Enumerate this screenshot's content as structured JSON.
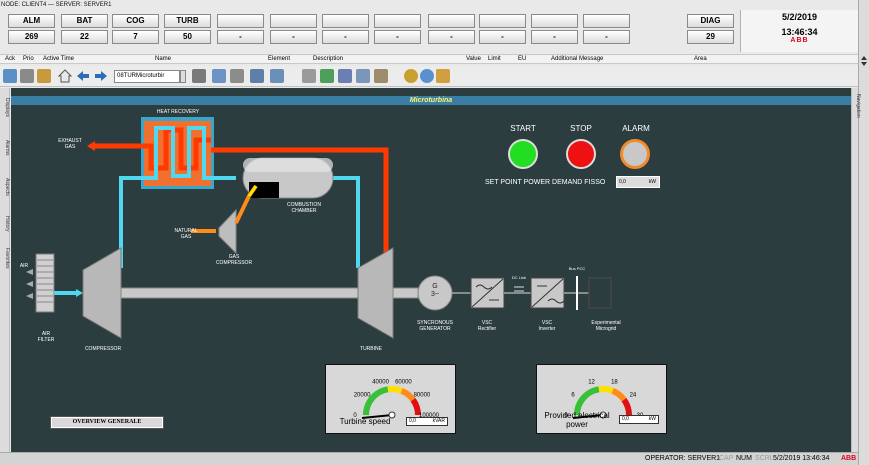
{
  "window": {
    "title": "NODE: CLIENT4 — SERVER: SERVER1"
  },
  "system_status": [
    {
      "label": "ALM",
      "count": "269"
    },
    {
      "label": "BAT",
      "count": "22"
    },
    {
      "label": "COG",
      "count": "7"
    },
    {
      "label": "TURB",
      "count": "50"
    },
    {
      "label": "",
      "count": "-"
    },
    {
      "label": "",
      "count": "-"
    },
    {
      "label": "",
      "count": "-"
    },
    {
      "label": "",
      "count": "-"
    },
    {
      "label": "",
      "count": "-"
    },
    {
      "label": "",
      "count": "-"
    },
    {
      "label": "",
      "count": "-"
    },
    {
      "label": "",
      "count": "-"
    },
    {
      "label": "DIAG",
      "count": "29"
    }
  ],
  "datetime": {
    "date": "5/2/2019",
    "time": "13:46:34",
    "logo": "ABB"
  },
  "alarm_columns": [
    "Ack",
    "Prio",
    "Active Time",
    "Name",
    "Element",
    "Description",
    "Value",
    "Limit",
    "EU",
    "Additional Message",
    "Area"
  ],
  "toolbar": {
    "display_select": "08TURMicroturbir"
  },
  "side_tabs": [
    "Displays",
    "Alarms",
    "Aspects",
    "History",
    "Favorites"
  ],
  "nav_tab": "Navigation",
  "canvas": {
    "title": "Microturbina",
    "labels": {
      "heat_recovery": "HEAT RECOVERY",
      "exhaust_gas": "EXHAUST\nGAS",
      "combustion_chamber": "COMBUSTION\nCHAMBER",
      "natural_gas": "NATURAL\nGAS",
      "gas_compressor": "GAS\nCOMPRESSOR",
      "air": "AIR",
      "air_filter": "AIR\nFILTER",
      "compressor": "COMPRESSOR",
      "turbine": "TURBINE",
      "generator_symbol": "G\n3~",
      "sync_generator": "SYNCRONOUS\nGENERATOR",
      "dc_link": "DC Link",
      "bus_pcc": "Bus PCC",
      "vsc_rectifier": "VSC\nRectifier",
      "vsc_inverter": "VSC\nInverter",
      "microgrid": "Experimental\nMicrogrid"
    },
    "controls": {
      "start": "START",
      "stop": "STOP",
      "alarm": "ALARM",
      "set_point_label": "SET POINT POWER DEMAND FISSO",
      "set_point_value": "0,0",
      "set_point_unit": "kW"
    },
    "colors": {
      "start": "#22dd22",
      "stop": "#ee1111",
      "alarm": "#c8c8c8",
      "cold": "#4fd8f0",
      "hot": "#ff3a00",
      "gas": "#ff8c1a",
      "heat_box": "#f07030"
    },
    "turbine_gauge": {
      "ticks": [
        "0",
        "20000",
        "40000",
        "60000",
        "80000",
        "100000"
      ],
      "title": "Turbine speed",
      "value": "0,0",
      "unit": "kVAR",
      "needle_fraction": 0.0
    },
    "power_gauge": {
      "ticks": [
        "0",
        "6",
        "12",
        "18",
        "24",
        "30"
      ],
      "title": "Provided electrical\npower",
      "value": "0,0",
      "unit": "kW",
      "needle_fraction": 0.0
    },
    "overview_button": "OVERVIEW GENERALE"
  },
  "status_bar": {
    "operator": "OPERATOR: SERVER1",
    "cap": "CAP",
    "num": "NUM",
    "scrl": "SCRL",
    "datetime": "5/2/2019 13:46:34",
    "logo": "ABB"
  }
}
